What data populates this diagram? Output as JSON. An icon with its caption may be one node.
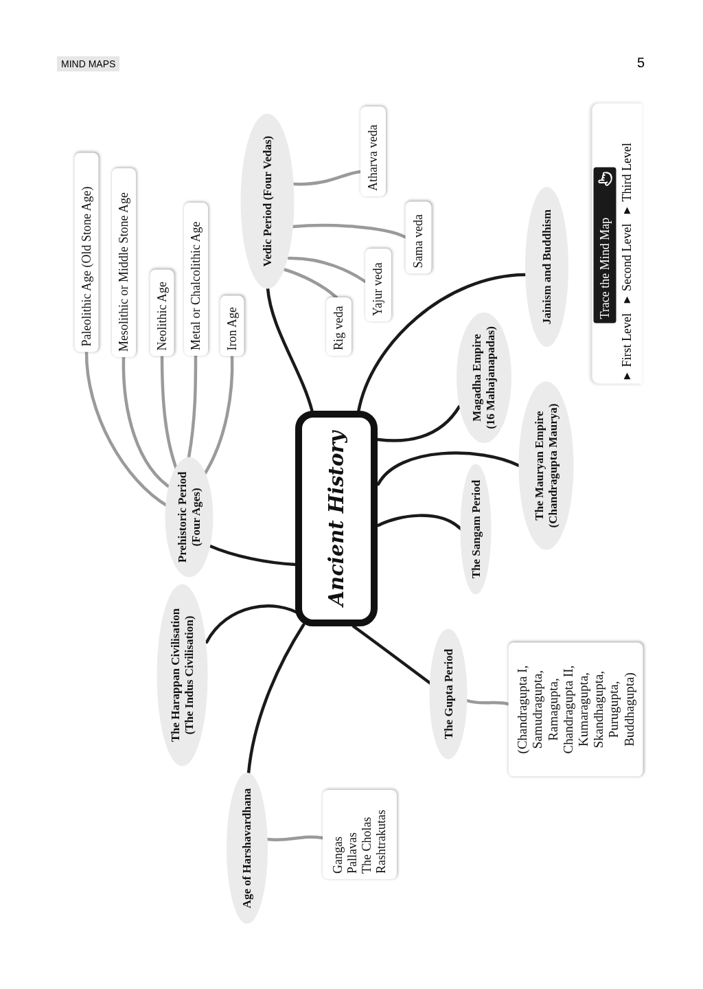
{
  "diagram": {
    "nodes": [
      {
        "text": [
          "Ancient History"
        ]
      },
      {
        "text": [
          "Vedic Period (Four Vedas)"
        ]
      },
      {
        "text": [
          "Rig veda"
        ]
      },
      {
        "text": [
          "Yajur veda"
        ]
      },
      {
        "text": [
          "Sama veda"
        ]
      },
      {
        "text": [
          "Atharva veda"
        ]
      },
      {
        "text": [
          "Jainism and Buddhism"
        ]
      },
      {
        "text": [
          "Magadha Empire (16 Mahajanapadas)"
        ]
      },
      {
        "text": [
          "The Mauryan Empire (Chandragupta Maurya)"
        ]
      },
      {
        "text": [
          "The Sangam Period"
        ]
      },
      {
        "text": [
          "The Gupta Period"
        ]
      },
      {
        "text": [
          "(Chandragupta I, Samudragupta, Ramagupta, Chandragupta II, Kumaragupta, Skandhagupta, Purugupta, Buddhagupta)"
        ]
      },
      {
        "text": [
          "Age of Harshavardhana"
        ]
      },
      {
        "text": [
          "Gangas",
          "Pallavas",
          "The Cholas",
          "Rashtrakutas"
        ]
      },
      {
        "text": [
          "The Harappan Civilisation (The Indus Civilisation)"
        ]
      },
      {
        "text": [
          "Prehistoric Period (Four Ages)"
        ]
      },
      {
        "text": [
          "Paleolithic Age (Old Stone Age)"
        ]
      },
      {
        "text": [
          "Mesolithic or Middle Stone Age"
        ]
      },
      {
        "text": [
          "Neolithic Age"
        ]
      },
      {
        "text": [
          "Metal or Chalcolithic Age"
        ]
      },
      {
        "text": [
          "Iron Age"
        ]
      }
    ],
    "edges": [
      {
        "from": 0,
        "to": 1,
        "arrow": "none",
        "color": "#1a1a1a"
      },
      {
        "from": 0,
        "to": 6,
        "arrow": "none",
        "color": "#1a1a1a"
      },
      {
        "from": 0,
        "to": 7,
        "arrow": "none",
        "color": "#1a1a1a"
      },
      {
        "from": 0,
        "to": 8,
        "arrow": "none",
        "color": "#1a1a1a"
      },
      {
        "from": 0,
        "to": 9,
        "arrow": "none",
        "color": "#1a1a1a"
      },
      {
        "from": 0,
        "to": 10,
        "arrow": "none",
        "color": "#1a1a1a"
      },
      {
        "from": 0,
        "to": 14,
        "arrow": "none",
        "color": "#1a1a1a"
      },
      {
        "from": 0,
        "to": 12,
        "arrow": "none",
        "color": "#1a1a1a"
      },
      {
        "from": 0,
        "to": 15,
        "arrow": "none",
        "color": "#1a1a1a"
      },
      {
        "from": 1,
        "to": 2,
        "arrow": "none"
      },
      {
        "from": 1,
        "to": 3,
        "arrow": "none"
      },
      {
        "from": 1,
        "to": 4,
        "arrow": "none"
      },
      {
        "from": 1,
        "to": 5,
        "arrow": "none"
      },
      {
        "from": 10,
        "to": 11,
        "arrow": "none"
      },
      {
        "from": 12,
        "to": 13,
        "arrow": "none"
      },
      {
        "from": 15,
        "to": 16,
        "arrow": "none"
      },
      {
        "from": 15,
        "to": 17,
        "arrow": "none"
      },
      {
        "from": 15,
        "to": 18,
        "arrow": "none"
      },
      {
        "from": 15,
        "to": 19,
        "arrow": "none"
      },
      {
        "from": 15,
        "to": 20,
        "arrow": "none"
      }
    ],
    "labels": [
      "MIND MAPS",
      "5",
      "Trace the Mind Map"
    ],
    "legend": [
      {
        "text": "First Level"
      },
      {
        "text": "Second Level"
      },
      {
        "text": "Third Level"
      }
    ]
  }
}
